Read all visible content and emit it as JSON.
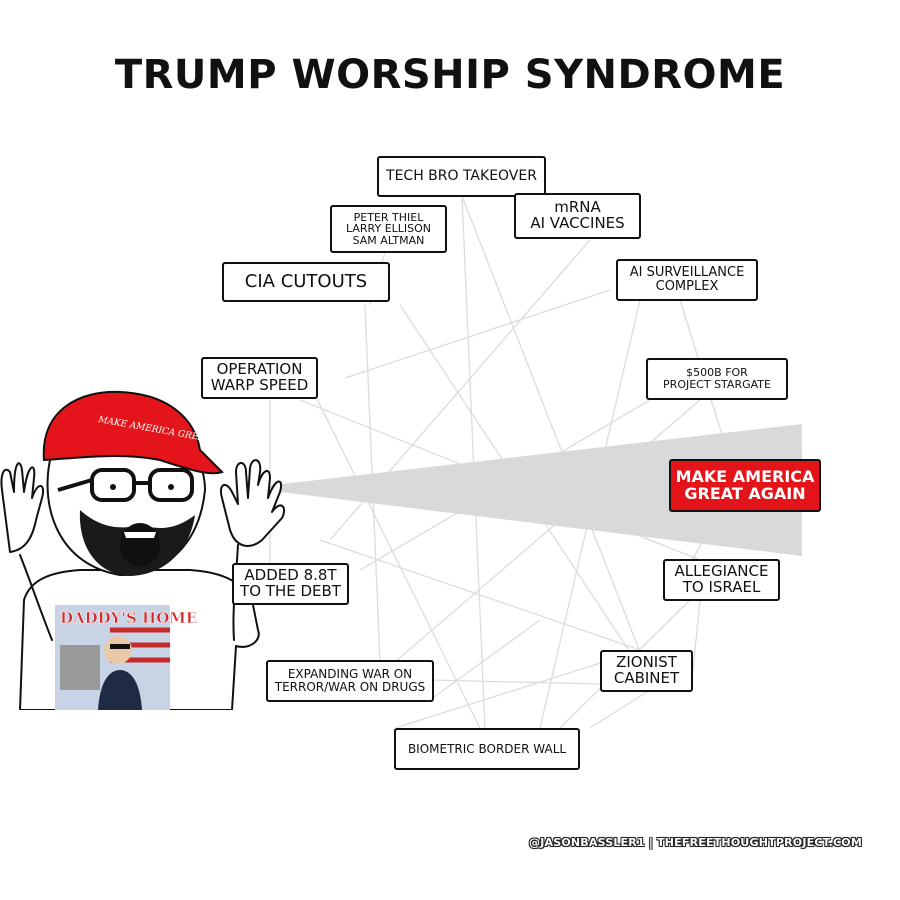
{
  "title": "TRUMP WORSHIP SYNDROME",
  "character": {
    "hat_text": "MAKE AMERICA GREAT AGAIN",
    "shirt_text": "DADDY'S HOME"
  },
  "boxes": {
    "tech_bro": "TECH BRO TAKEOVER",
    "peter_thiel": "PETER THIEL\nLARRY ELLISON\nSAM ALTMAN",
    "mrna": "mRNA\nAI VACCINES",
    "cia": "CIA CUTOUTS",
    "ai_surveillance": "AI SURVEILLANCE\nCOMPLEX",
    "warp_speed": "OPERATION\nWARP SPEED",
    "stargate": "$500B FOR\nPROJECT STARGATE",
    "maga": "MAKE AMERICA\nGREAT AGAIN",
    "debt": "ADDED 8.8T\nTO THE DEBT",
    "israel": "ALLEGIANCE\nTO ISRAEL",
    "zionist": "ZIONIST\nCABINET",
    "war": "EXPANDING WAR ON\nTERROR/WAR ON DRUGS",
    "border": "BIOMETRIC BORDER WALL"
  },
  "credit": "@JASONBASSLER1 | THEFREETHOUGHTPROJECT.COM",
  "colors": {
    "highlight": "#e3151a",
    "beam": "#d9d9dc",
    "lines": "#dcdcdc"
  }
}
